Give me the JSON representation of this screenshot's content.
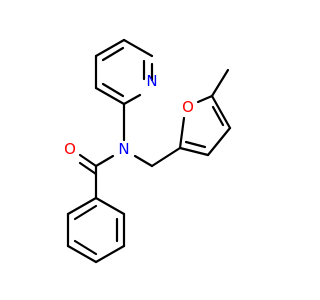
{
  "molecule": {
    "atom_labels": {
      "pyridine_nitrogen": "N",
      "amide_nitrogen": "N",
      "carbonyl_oxygen": "O",
      "furan_oxygen": "O"
    },
    "colors": {
      "nitrogen": "#0000ff",
      "oxygen": "#ff0000",
      "bond": "#000000",
      "background": "#ffffff"
    }
  }
}
